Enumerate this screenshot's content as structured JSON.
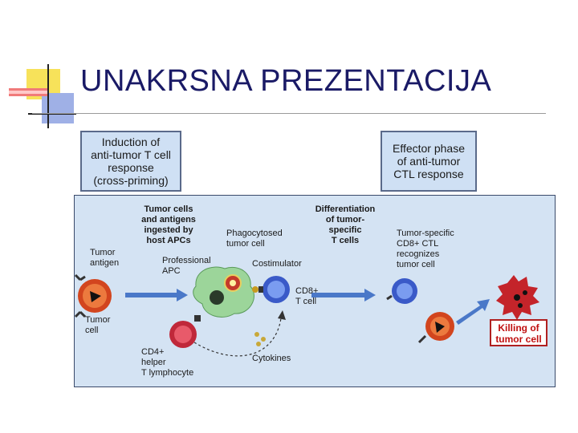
{
  "slide": {
    "title": "UNAKRSNA PREZENTACIJA"
  },
  "figure": {
    "induction_box": [
      "Induction of",
      "anti-tumor T cell",
      "response",
      "(cross-priming)"
    ],
    "effector_box": [
      "Effector phase",
      "of anti-tumor",
      "CTL response"
    ],
    "tumor_cells_ingested": [
      "Tumor cells",
      "and antigens",
      "ingested by",
      "host APCs"
    ],
    "differentiation": [
      "Differentiation",
      "of tumor-",
      "specific",
      "T cells"
    ],
    "tumor_antigen": [
      "Tumor",
      "antigen"
    ],
    "phagocytosed": [
      "Phagocytosed",
      "tumor cell"
    ],
    "professional_apc": [
      "Professional",
      "APC"
    ],
    "costimulator": "Costimulator",
    "cd8_tcell": [
      "CD8+",
      "T cell"
    ],
    "tumor_cell": [
      "Tumor",
      "cell"
    ],
    "cd4_helper": [
      "CD4+",
      "helper",
      "T lymphocyte"
    ],
    "cytokines": "Cytokines",
    "ctl_recognizes": [
      "Tumor-specific",
      "CD8+ CTL",
      "recognizes",
      "tumor cell"
    ],
    "killing": [
      "Killing of",
      "tumor cell"
    ]
  }
}
